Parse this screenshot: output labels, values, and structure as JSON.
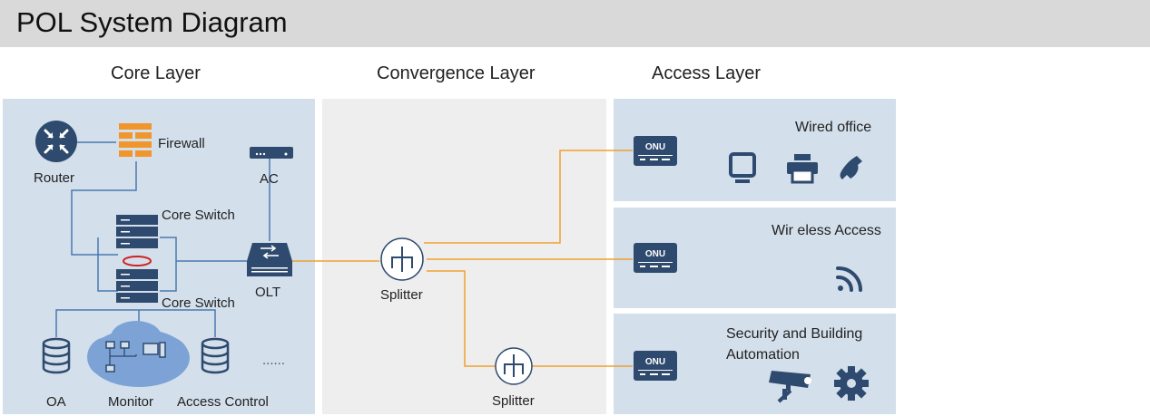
{
  "title": "POL System Diagram",
  "layers": {
    "core": "Core Layer",
    "convergence": "Convergence Layer",
    "access": "Access Layer"
  },
  "core_nodes": {
    "router": "Router",
    "firewall": "Firewall",
    "ac": "AC",
    "core_switch_top": "Core Switch",
    "core_switch_bottom": "Core Switch",
    "olt": "OLT",
    "oa": "OA",
    "monitor": "Monitor",
    "access_control": "Access Control",
    "ellipsis": "......"
  },
  "convergence_nodes": {
    "splitter_1": "Splitter",
    "splitter_2": "Splitter"
  },
  "access_panels": {
    "wired_office": "Wired  office",
    "wireless_access": "Wir eless Access",
    "security_line1": "Security and Building",
    "security_line2": "Automation"
  },
  "onu_label": "ONU",
  "colors": {
    "panel_blue": "#d3dfeb",
    "panel_gray": "#eeeeee",
    "device_navy": "#2e4a6e",
    "firewall_orange": "#f0962d",
    "fiber_orange": "#f0a030",
    "line_blue": "#4a7ab0",
    "ring_red": "#d02020"
  },
  "icons": [
    "router-icon",
    "firewall-icon",
    "ac-icon",
    "core-switch-icon",
    "olt-icon",
    "database-icon",
    "monitor-cloud-icon",
    "splitter-icon",
    "onu-icon",
    "desktop-icon",
    "printer-icon",
    "phone-icon",
    "wifi-icon",
    "camera-icon",
    "gear-icon"
  ]
}
